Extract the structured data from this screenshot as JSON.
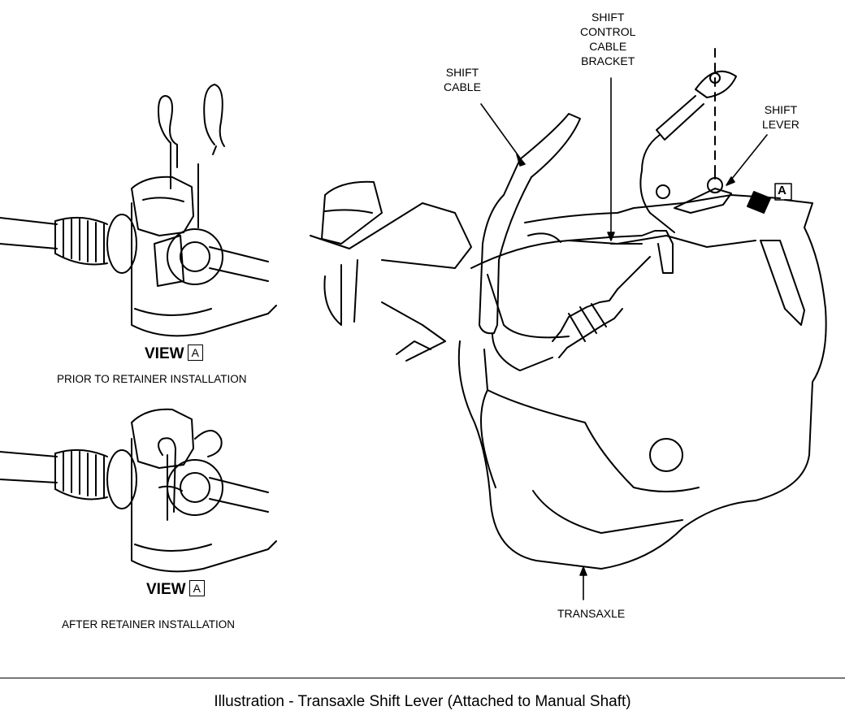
{
  "labels": {
    "shift_cable": [
      "SHIFT",
      "CABLE"
    ],
    "shift_control_cable_bracket": [
      "SHIFT",
      "CONTROL",
      "CABLE",
      "BRACKET"
    ],
    "shift_lever": [
      "SHIFT",
      "LEVER"
    ],
    "transaxle": "TRANSAXLE",
    "view_marker": "A"
  },
  "views": [
    {
      "title": "VIEW",
      "marker": "A",
      "subtitle": "PRIOR TO RETAINER INSTALLATION"
    },
    {
      "title": "VIEW",
      "marker": "A",
      "subtitle": "AFTER RETAINER INSTALLATION"
    }
  ],
  "caption": "Illustration - Transaxle Shift Lever (Attached to Manual Shaft)"
}
